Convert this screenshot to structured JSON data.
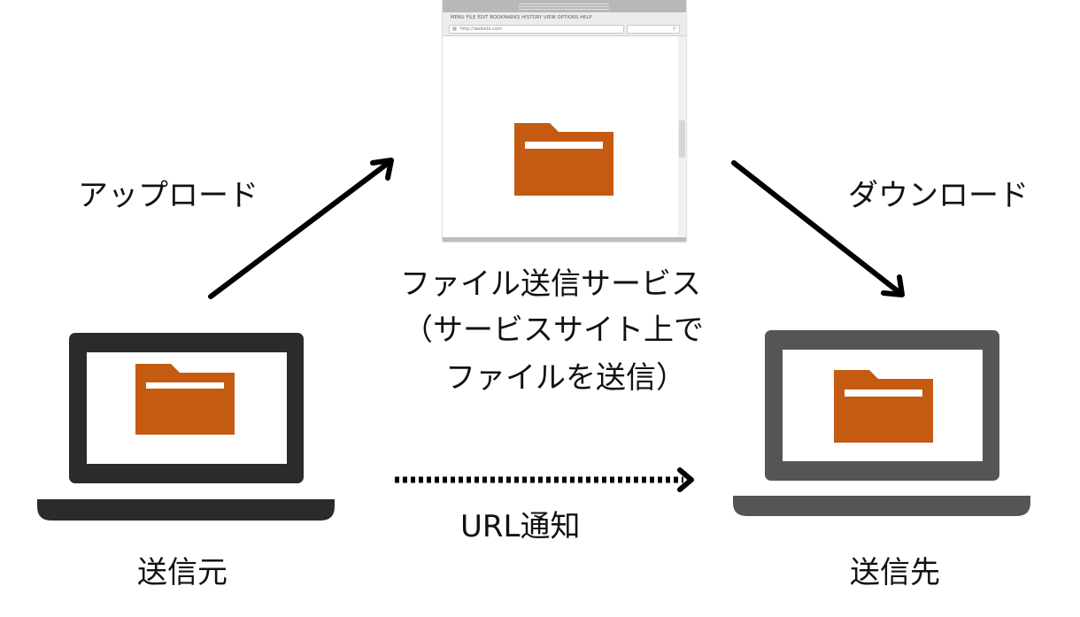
{
  "labels": {
    "upload": "アップロード",
    "download": "ダウンロード",
    "service_line1": "ファイル送信サービス",
    "service_line2": "（サービスサイト上で",
    "service_line3": "ファイルを送信）",
    "url_notify": "URL通知",
    "sender": "送信元",
    "receiver": "送信先"
  },
  "browser": {
    "menu_items": [
      "MENU",
      "FILE",
      "EDIT",
      "BOOKMARKS",
      "HISTORY",
      "VIEW",
      "OPTIONS",
      "HELP"
    ],
    "menu_text": "MENU  FILE  EDIT  BOOKMARKS  HISTORY  VIEW  OPTIONS  HELP",
    "address": "http://website.com"
  },
  "icons": {
    "folder": "folder-icon",
    "laptop": "laptop-icon",
    "search": "search-icon",
    "arrow_solid": "arrow-icon",
    "arrow_dotted": "dotted-arrow-icon"
  },
  "colors": {
    "folder": "#c55a11",
    "sender_laptop": "#2b2b2b",
    "receiver_laptop": "#555555",
    "arrow": "#000000"
  }
}
